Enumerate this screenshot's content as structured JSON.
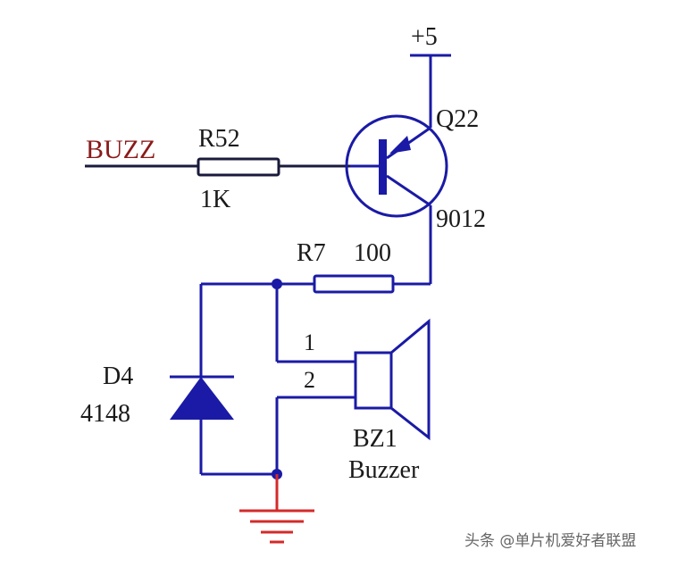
{
  "net_label": "BUZZ",
  "power_label": "+5",
  "resistor_r52": {
    "ref": "R52",
    "value": "1K"
  },
  "transistor": {
    "ref": "Q22",
    "value": "9012"
  },
  "resistor_r7": {
    "ref": "R7",
    "value": "100"
  },
  "diode": {
    "ref": "D4",
    "value": "4148"
  },
  "buzzer": {
    "ref": "BZ1",
    "value": "Buzzer",
    "pin1": "1",
    "pin2": "2"
  },
  "watermark": "头条 @单片机爱好者联盟",
  "colors": {
    "wire": "#1a1aa6",
    "net_label": "#8b1a1a",
    "ground": "#d42a2a"
  }
}
